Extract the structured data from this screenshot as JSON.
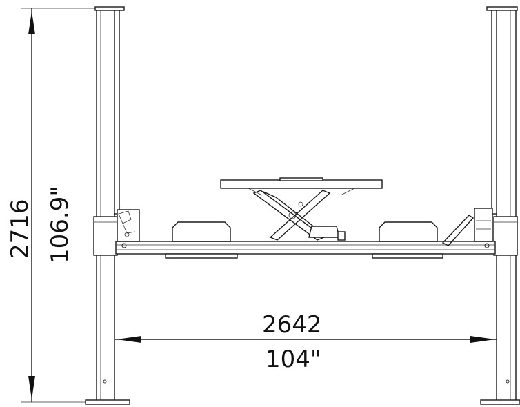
{
  "dimensions": {
    "height_mm": "2716",
    "height_in": "106.9\"",
    "width_mm": "2642",
    "width_in": "104\""
  }
}
